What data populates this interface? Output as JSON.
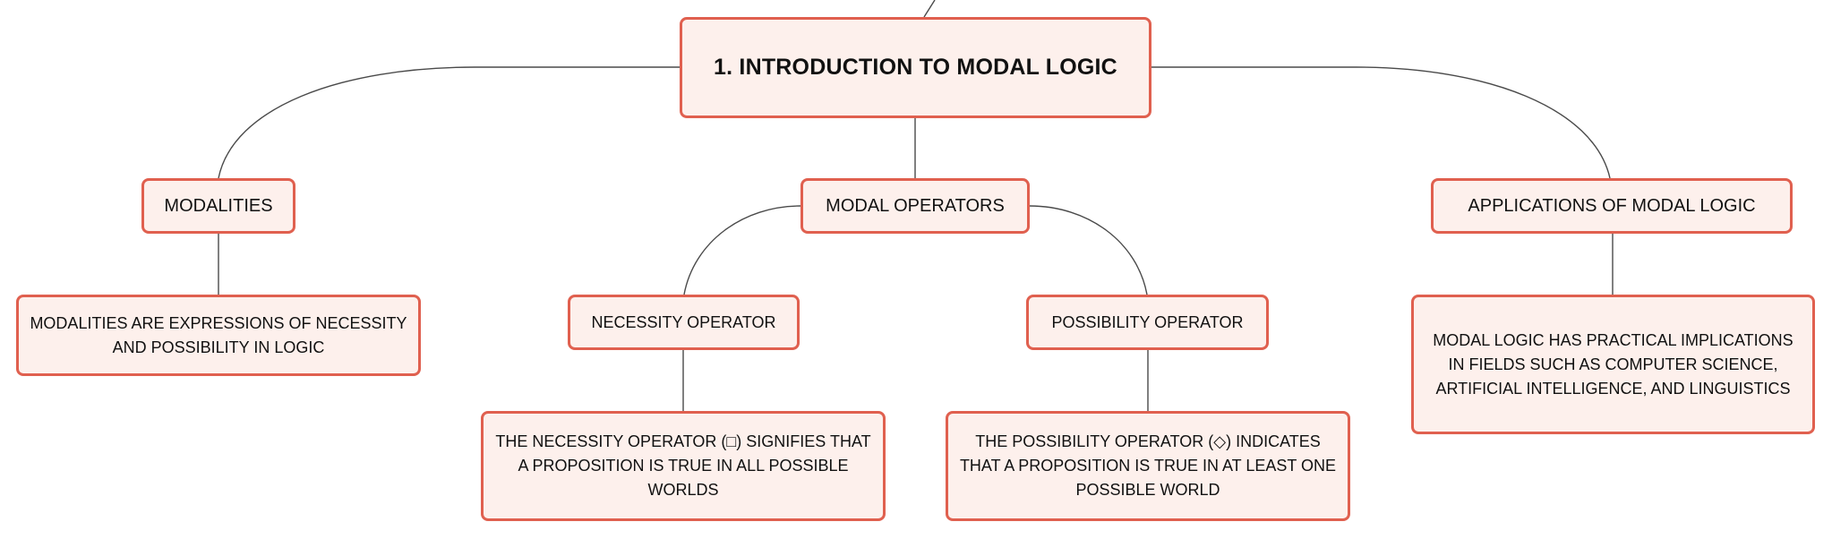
{
  "colors": {
    "node_fill": "#fdf0ec",
    "node_border": "#e0604f",
    "connector": "#4a4a4a",
    "text": "#111111"
  },
  "diagram": {
    "root": {
      "label": "1. INTRODUCTION TO MODAL LOGIC"
    },
    "modalities": {
      "label": "MODALITIES",
      "description": "MODALITIES ARE EXPRESSIONS OF NECESSITY AND POSSIBILITY IN LOGIC"
    },
    "modal_operators": {
      "label": "MODAL OPERATORS",
      "necessity": {
        "label": "NECESSITY OPERATOR",
        "description": "THE NECESSITY OPERATOR (□) SIGNIFIES THAT A PROPOSITION IS TRUE IN ALL POSSIBLE WORLDS"
      },
      "possibility": {
        "label": "POSSIBILITY OPERATOR",
        "description": "THE POSSIBILITY OPERATOR (◇) INDICATES THAT A PROPOSITION IS TRUE IN AT LEAST ONE POSSIBLE WORLD"
      }
    },
    "applications": {
      "label": "APPLICATIONS OF MODAL LOGIC",
      "description": "MODAL LOGIC HAS PRACTICAL IMPLICATIONS IN FIELDS SUCH AS COMPUTER SCIENCE, ARTIFICIAL INTELLIGENCE, AND LINGUISTICS"
    }
  }
}
